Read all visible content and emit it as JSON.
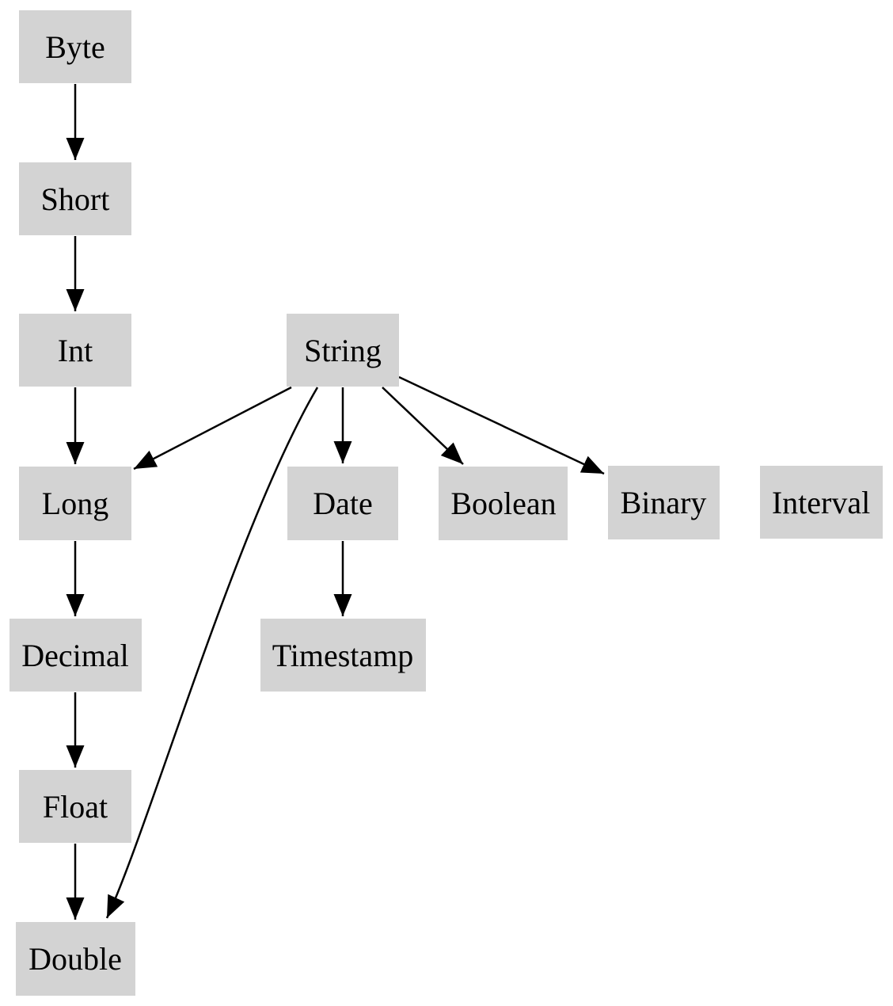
{
  "diagram": {
    "title": "type-promotion-graph",
    "background": "#ffffff",
    "node_fill": "#d3d3d3",
    "edge_color": "#000000",
    "text_color": "#000000",
    "nodes": [
      {
        "id": "byte",
        "label": "Byte"
      },
      {
        "id": "short",
        "label": "Short"
      },
      {
        "id": "int",
        "label": "Int"
      },
      {
        "id": "long",
        "label": "Long"
      },
      {
        "id": "decimal",
        "label": "Decimal"
      },
      {
        "id": "float",
        "label": "Float"
      },
      {
        "id": "double",
        "label": "Double"
      },
      {
        "id": "string",
        "label": "String"
      },
      {
        "id": "date",
        "label": "Date"
      },
      {
        "id": "timestamp",
        "label": "Timestamp"
      },
      {
        "id": "boolean",
        "label": "Boolean"
      },
      {
        "id": "binary",
        "label": "Binary"
      },
      {
        "id": "interval",
        "label": "Interval"
      }
    ],
    "edges": [
      {
        "from": "Byte",
        "to": "Short"
      },
      {
        "from": "Short",
        "to": "Int"
      },
      {
        "from": "Int",
        "to": "Long"
      },
      {
        "from": "Long",
        "to": "Decimal"
      },
      {
        "from": "Decimal",
        "to": "Float"
      },
      {
        "from": "Float",
        "to": "Double"
      },
      {
        "from": "String",
        "to": "Long"
      },
      {
        "from": "String",
        "to": "Date"
      },
      {
        "from": "String",
        "to": "Boolean"
      },
      {
        "from": "String",
        "to": "Binary"
      },
      {
        "from": "String",
        "to": "Double"
      },
      {
        "from": "Date",
        "to": "Timestamp"
      }
    ]
  }
}
